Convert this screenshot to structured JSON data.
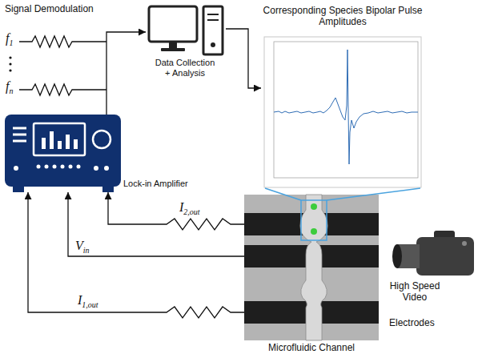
{
  "diagram": {
    "nodes": [
      {
        "text": [
          "Data Collection + Analysis"
        ]
      },
      {
        "text": [
          "Corresponding Species Bipolar Pulse Amplitudes"
        ]
      },
      {
        "text": [
          "Lock-in Amplifier"
        ]
      },
      {
        "text": [
          "Microfluidic Channel"
        ]
      },
      {
        "text": [
          "High Speed Video"
        ]
      }
    ],
    "edges": [
      {
        "from": 2,
        "to": 0,
        "arrow": "to"
      },
      {
        "from": 0,
        "to": 1,
        "arrow": "to"
      },
      {
        "from": 3,
        "to": 2,
        "label": "I2,out",
        "arrow": "to"
      },
      {
        "from": 3,
        "to": 2,
        "label": "Vin",
        "arrow": "to"
      },
      {
        "from": 3,
        "to": 2,
        "label": "I1,out",
        "arrow": "to"
      }
    ],
    "labels": [
      "Signal Demodulation",
      "f1",
      "fn",
      "Electrodes"
    ]
  }
}
